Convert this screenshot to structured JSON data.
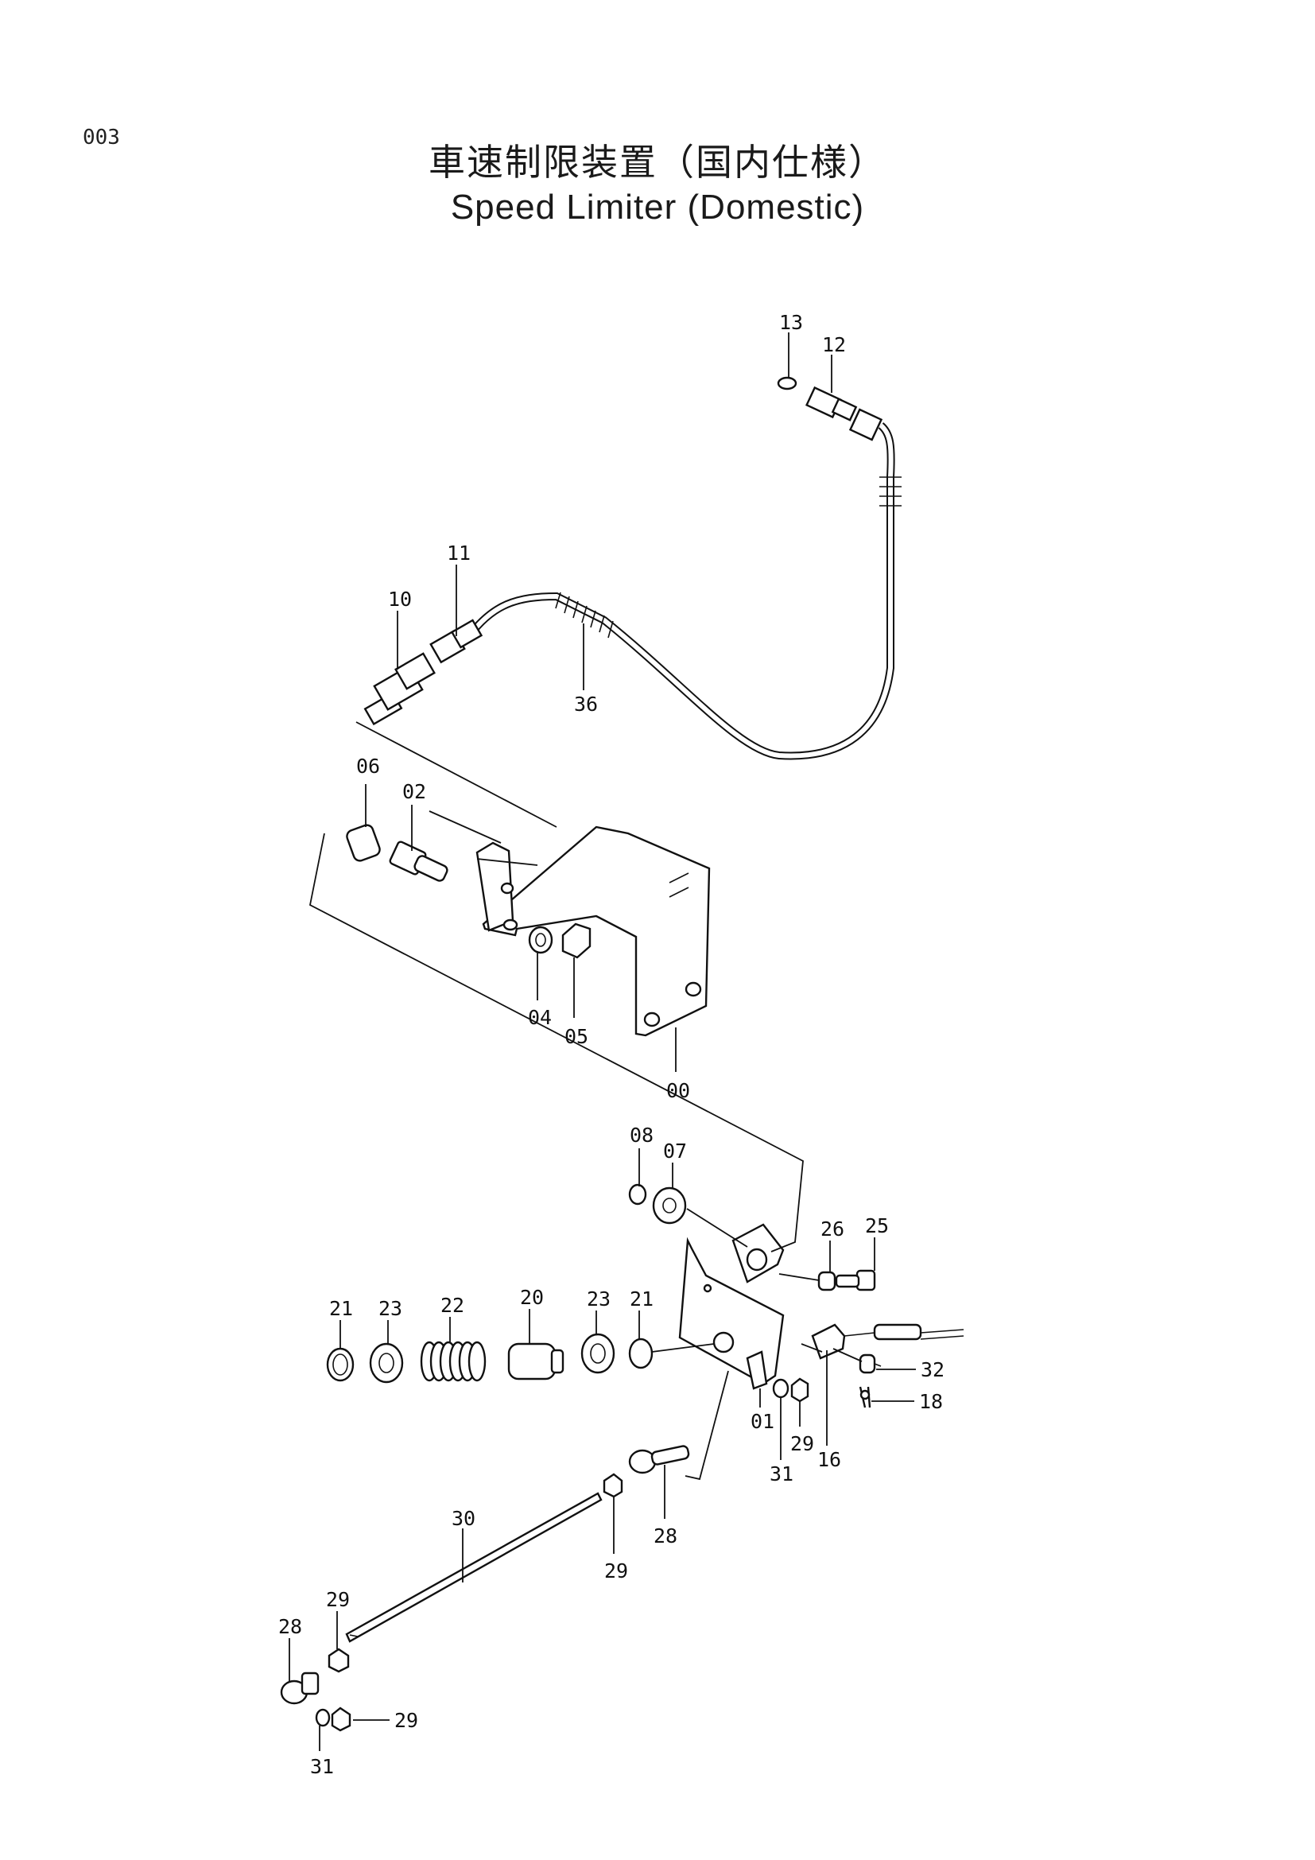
{
  "page_number": "003",
  "title_jp": "車速制限装置（国内仕様）",
  "title_en": "Speed Limiter (Domestic)",
  "callouts": {
    "c13": "13",
    "c12": "12",
    "c11": "11",
    "c10": "10",
    "c36": "36",
    "c06": "06",
    "c02": "02",
    "c04": "04",
    "c05": "05",
    "c00": "00",
    "c08": "08",
    "c07": "07",
    "c26": "26",
    "c25": "25",
    "c21a": "21",
    "c23a": "23",
    "c22": "22",
    "c20": "20",
    "c23b": "23",
    "c21b": "21",
    "c32": "32",
    "c18": "18",
    "c01": "01",
    "c29a": "29",
    "c31a": "31",
    "c16": "16",
    "c28a": "28",
    "c29b": "29",
    "c30": "30",
    "c29c": "29",
    "c28b": "28",
    "c29d": "29",
    "c31b": "31"
  }
}
